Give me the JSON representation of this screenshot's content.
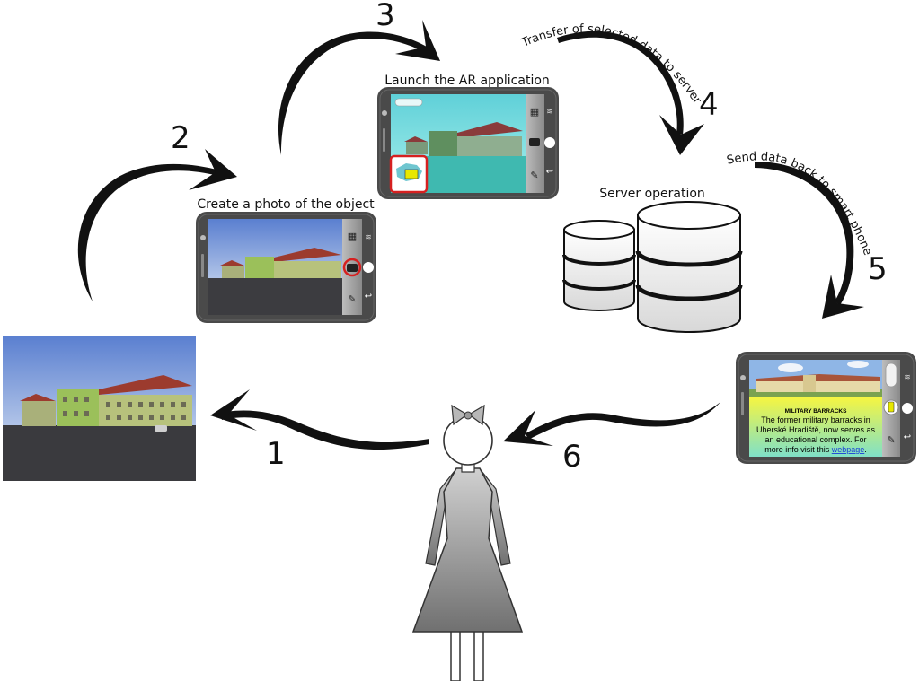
{
  "steps": {
    "s1": "1",
    "s2": "2",
    "s3": "3",
    "s4": "4",
    "s5": "5",
    "s6": "6"
  },
  "labels": {
    "create_photo": "Create a photo of the object",
    "launch_ar": "Launch the AR application",
    "server_operation": "Server operation",
    "transfer": "Transfer of selected data to server",
    "send_back": "Send data back to smart phone"
  },
  "info_card": {
    "title": "MILITARY BARRACKS",
    "line1": "The former military barracks in",
    "line2": "Uherské Hradiště, now serves as",
    "line3": "an educational complex. For",
    "line4_prefix": "more info visit this ",
    "link": "webpage",
    "line4_suffix": "."
  },
  "colors": {
    "phone_body": "#4a4a4a",
    "highlight_ring": "#d62020",
    "link": "#1a3fd8",
    "info_bg_top": "#f5f542",
    "info_bg_bottom": "#7fe0c8"
  }
}
